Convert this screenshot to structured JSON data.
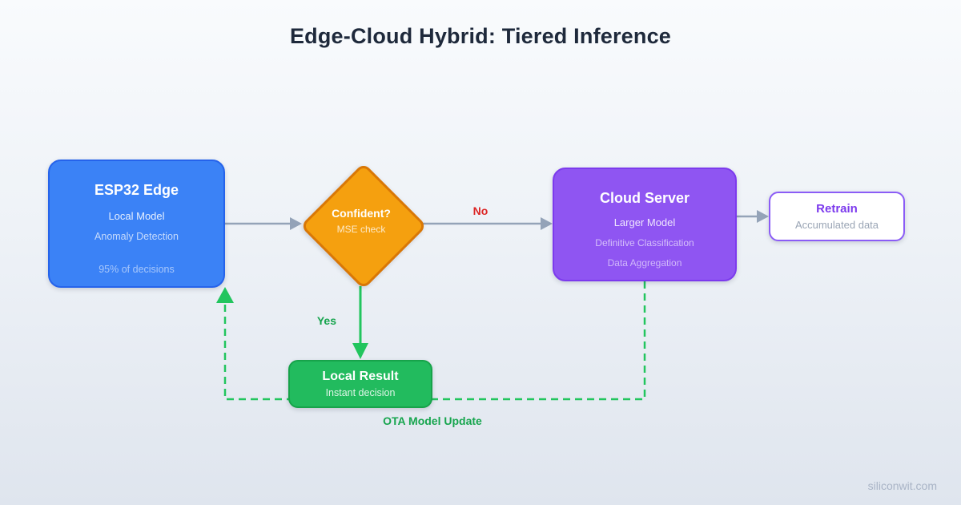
{
  "title": "Edge-Cloud Hybrid: Tiered Inference",
  "watermark": "siliconwit.com",
  "colors": {
    "background_top": "#f9fbfd",
    "background_bottom": "#dfe5ee",
    "title_text": "#1e293b",
    "edge_node_fill": "#3b82f6",
    "edge_node_border": "#2563eb",
    "decision_fill": "#f5a00f",
    "decision_border": "#d97706",
    "cloud_fill": "#8f55f2",
    "cloud_border": "#7c3aed",
    "retrain_border": "#8b5cf6",
    "retrain_text": "#7c3aed",
    "local_fill": "#22bb5e",
    "local_border": "#17a34a",
    "arrow_gray": "#94a3b8",
    "no_label_red": "#dc2626",
    "green_accent": "#22c55e"
  },
  "nodes": {
    "esp32": {
      "title": "ESP32 Edge",
      "line1": "Local Model",
      "line2": "Anomaly Detection",
      "footnote": "95% of decisions"
    },
    "decision": {
      "title": "Confident?",
      "subtitle": "MSE check"
    },
    "cloud": {
      "title": "Cloud Server",
      "line1": "Larger Model",
      "line2": "Definitive Classification",
      "line3": "Data Aggregation"
    },
    "retrain": {
      "title": "Retrain",
      "subtitle": "Accumulated data"
    },
    "local": {
      "title": "Local Result",
      "subtitle": "Instant decision"
    }
  },
  "edges": {
    "no_label": "No",
    "yes_label": "Yes",
    "ota_label": "OTA Model Update"
  }
}
